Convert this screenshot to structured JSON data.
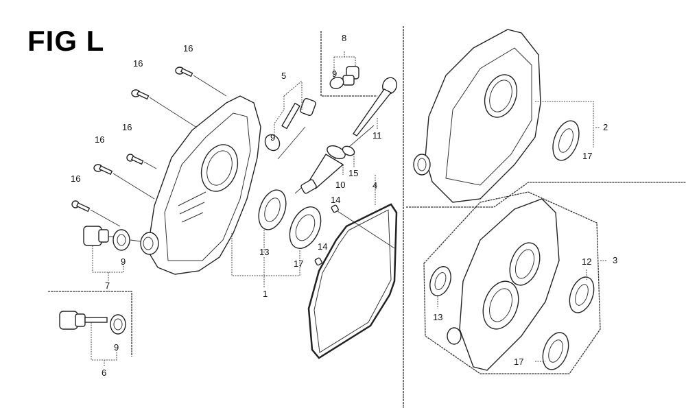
{
  "figure": {
    "title": "FIG L",
    "description": "Exploded parts view: crankcase side cover assembly"
  },
  "labels": [
    {
      "id": "l16a",
      "text": "16"
    },
    {
      "id": "l16b",
      "text": "16"
    },
    {
      "id": "l16c",
      "text": "16"
    },
    {
      "id": "l16d",
      "text": "16"
    },
    {
      "id": "l16e",
      "text": "16"
    },
    {
      "id": "l5",
      "text": "5"
    },
    {
      "id": "l9a",
      "text": "9"
    },
    {
      "id": "l8",
      "text": "8"
    },
    {
      "id": "l9b",
      "text": "9"
    },
    {
      "id": "l11",
      "text": "11"
    },
    {
      "id": "l15",
      "text": "15"
    },
    {
      "id": "l10",
      "text": "10"
    },
    {
      "id": "l4",
      "text": "4"
    },
    {
      "id": "l14a",
      "text": "14"
    },
    {
      "id": "l14b",
      "text": "14"
    },
    {
      "id": "l13a",
      "text": "13"
    },
    {
      "id": "l17a",
      "text": "17"
    },
    {
      "id": "l1",
      "text": "1"
    },
    {
      "id": "l9c",
      "text": "9"
    },
    {
      "id": "l7",
      "text": "7"
    },
    {
      "id": "l9d",
      "text": "9"
    },
    {
      "id": "l6",
      "text": "6"
    },
    {
      "id": "l2",
      "text": "2"
    },
    {
      "id": "l17b",
      "text": "17"
    },
    {
      "id": "l3",
      "text": "3"
    },
    {
      "id": "l12",
      "text": "12"
    },
    {
      "id": "l13b",
      "text": "13"
    },
    {
      "id": "l17c",
      "text": "17"
    }
  ],
  "parts": {
    "1": "crankcase cover assembly",
    "2": "alternate crankcase cover assembly",
    "3": "alternate crankcase cover assembly (balancer type)",
    "4": "gasket",
    "5": "oil level gauge assembly",
    "6": "oil filler cap assembly",
    "7": "oil drain plug assembly",
    "8": "oil filler cap",
    "9": "o-ring / washer",
    "10": "oil filler neck",
    "11": "dipstick",
    "12": "bearing",
    "13": "oil seal",
    "14": "dowel pin",
    "15": "o-ring",
    "16": "flange bolt",
    "17": "bearing"
  }
}
